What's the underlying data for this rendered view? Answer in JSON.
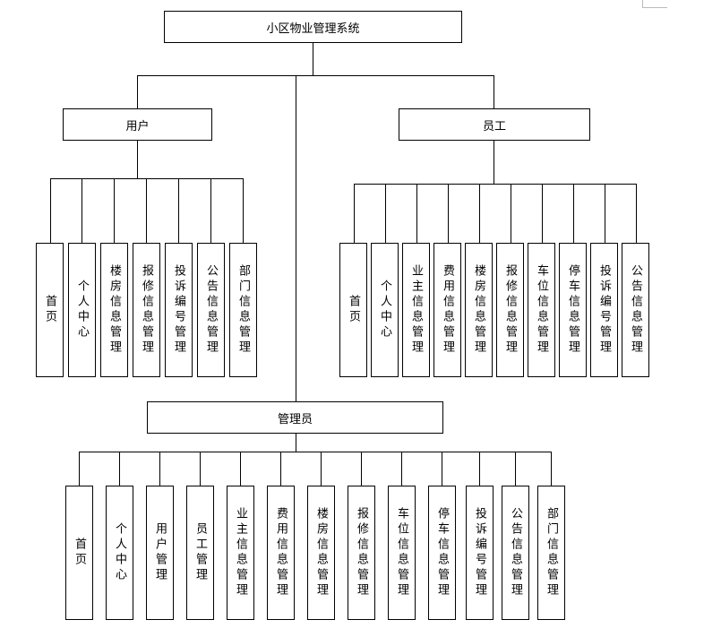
{
  "root": {
    "label": "小区物业管理系统"
  },
  "user": {
    "label": "用户",
    "children": [
      "首页",
      "个人中心",
      "楼房信息管理",
      "报修信息管理",
      "投诉编号管理",
      "公告信息管理",
      "部门信息管理"
    ]
  },
  "staff": {
    "label": "员工",
    "children": [
      "首页",
      "个人中心",
      "业主信息管理",
      "费用信息管理",
      "楼房信息管理",
      "报修信息管理",
      "车位信息管理",
      "停车信息管理",
      "投诉编号管理",
      "公告信息管理"
    ]
  },
  "admin": {
    "label": "管理员",
    "children": [
      "首页",
      "个人中心",
      "用户管理",
      "员工管理",
      "业主信息管理",
      "费用信息管理",
      "楼房信息管理",
      "报修信息管理",
      "车位信息管理",
      "停车信息管理",
      "投诉编号管理",
      "公告信息管理",
      "部门信息管理"
    ]
  }
}
